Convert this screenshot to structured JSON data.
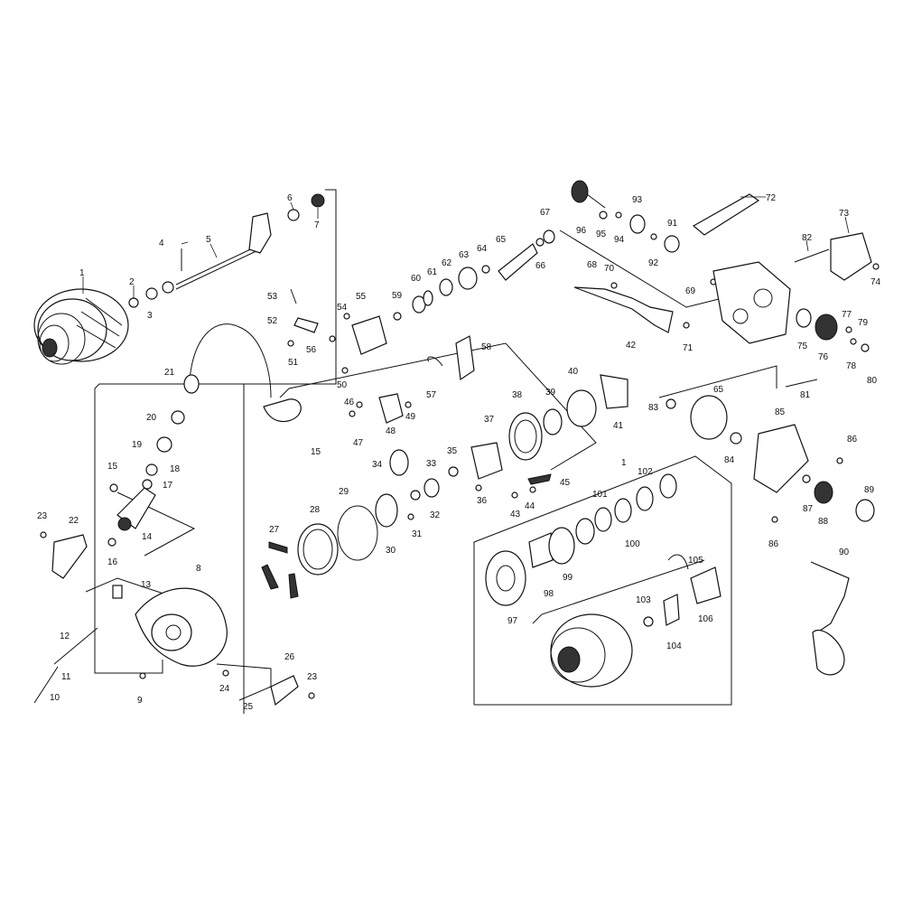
{
  "diagram": {
    "part_numbers": [
      "1",
      "2",
      "3",
      "4",
      "5",
      "6",
      "7",
      "8",
      "9",
      "10",
      "11",
      "12",
      "13",
      "14",
      "15",
      "16",
      "17",
      "18",
      "19",
      "20",
      "21",
      "22",
      "23",
      "24",
      "25",
      "26",
      "27",
      "28",
      "29",
      "30",
      "31",
      "32",
      "33",
      "34",
      "35",
      "36",
      "37",
      "38",
      "39",
      "40",
      "41",
      "42",
      "43",
      "44",
      "45",
      "46",
      "47",
      "48",
      "49",
      "50",
      "51",
      "52",
      "53",
      "54",
      "55",
      "56",
      "57",
      "58",
      "59",
      "60",
      "61",
      "62",
      "63",
      "64",
      "65",
      "66",
      "67",
      "68",
      "69",
      "70",
      "71",
      "72",
      "73",
      "74",
      "75",
      "76",
      "77",
      "78",
      "79",
      "80",
      "81",
      "82",
      "83",
      "84",
      "85",
      "86",
      "87",
      "88",
      "89",
      "90",
      "91",
      "92",
      "93",
      "94",
      "95",
      "96",
      "97",
      "98",
      "99",
      "100",
      "101",
      "102",
      "103",
      "104",
      "105",
      "106"
    ],
    "duplicate_labels": [
      "1",
      "15",
      "23",
      "65",
      "86"
    ]
  }
}
